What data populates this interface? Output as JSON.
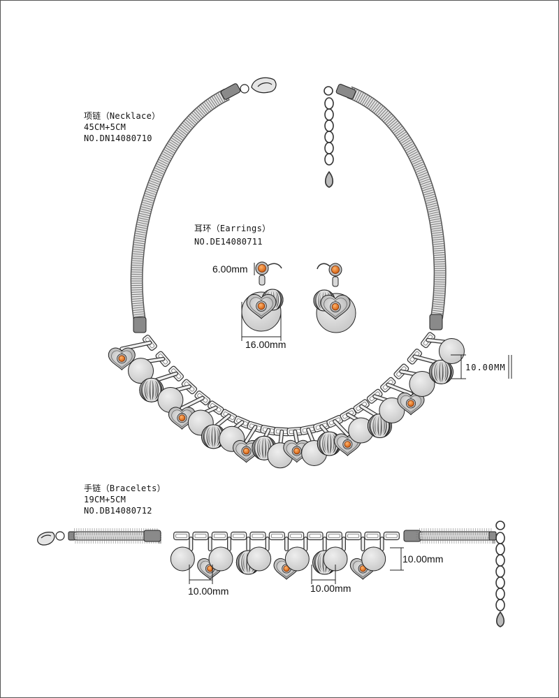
{
  "necklace": {
    "title": "项链（Necklace）",
    "size": "45CM+5CM",
    "number": "NO.DN14080710",
    "dimension": "10.00MM"
  },
  "earrings": {
    "title": "耳环（Earrings）",
    "number": "NO.DE14080711",
    "dimension_small": "6.00mm",
    "dimension_large": "16.00mm"
  },
  "bracelet": {
    "title": "手链（Bracelets）",
    "size": "19CM+5CM",
    "number": "NO.DB14080712",
    "dimension_left": "10.00mm",
    "dimension_middle": "10.00mm",
    "dimension_right": "10.00mm"
  },
  "colors": {
    "metal": "#d9d9d9",
    "stone": "#e8731a",
    "stripe": "#3a3a3a",
    "outline": "#1a1a1a"
  }
}
